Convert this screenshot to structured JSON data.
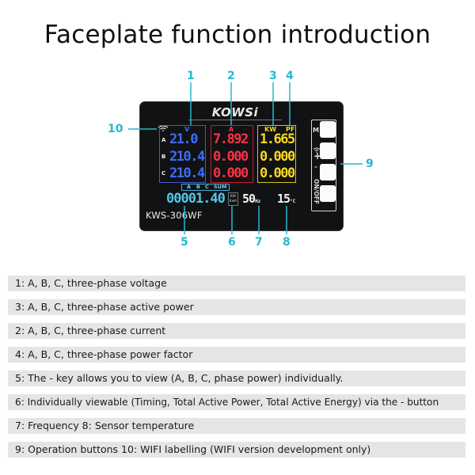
{
  "title": "Faceplate function introduction",
  "device": {
    "brand": "KOWSi",
    "model": "KWS-306WF",
    "headers": {
      "voltage": "V",
      "current": "A",
      "power": "KW",
      "pf": "PF"
    },
    "row_labels": [
      "A",
      "B",
      "C"
    ],
    "voltage": [
      "21.0",
      "210.4",
      "210.4"
    ],
    "current": [
      "7.892",
      "0.000",
      "0.000"
    ],
    "power": [
      "1.665",
      "0.000",
      "0.000"
    ],
    "phase_tabs": [
      "A",
      "B",
      "C",
      "SUM"
    ],
    "energy": "00001.40",
    "energy_unit": "KW\nKwh",
    "frequency": "50",
    "frequency_unit": "Hz",
    "temperature": "15",
    "temperature_unit": "°C",
    "side_labels": [
      "M",
      "+",
      "–",
      "ON/OFF"
    ]
  },
  "callouts": [
    "1",
    "2",
    "3",
    "4",
    "5",
    "6",
    "7",
    "8",
    "9",
    "10"
  ],
  "captions": [
    "1: A, B, C, three-phase voltage",
    "3: A, B, C, three-phase active power",
    "2: A, B, C, three-phase current",
    "4: A, B, C, three-phase power factor",
    "5: The - key allows you to view (A, B, C, phase power) individually.",
    "6: Individually viewable (Timing, Total Active Power, Total Active Energy) via the - button",
    "7: Frequency 8: Sensor temperature",
    "9: Operation buttons 10: WIFI labelling (WIFI version development only)"
  ]
}
